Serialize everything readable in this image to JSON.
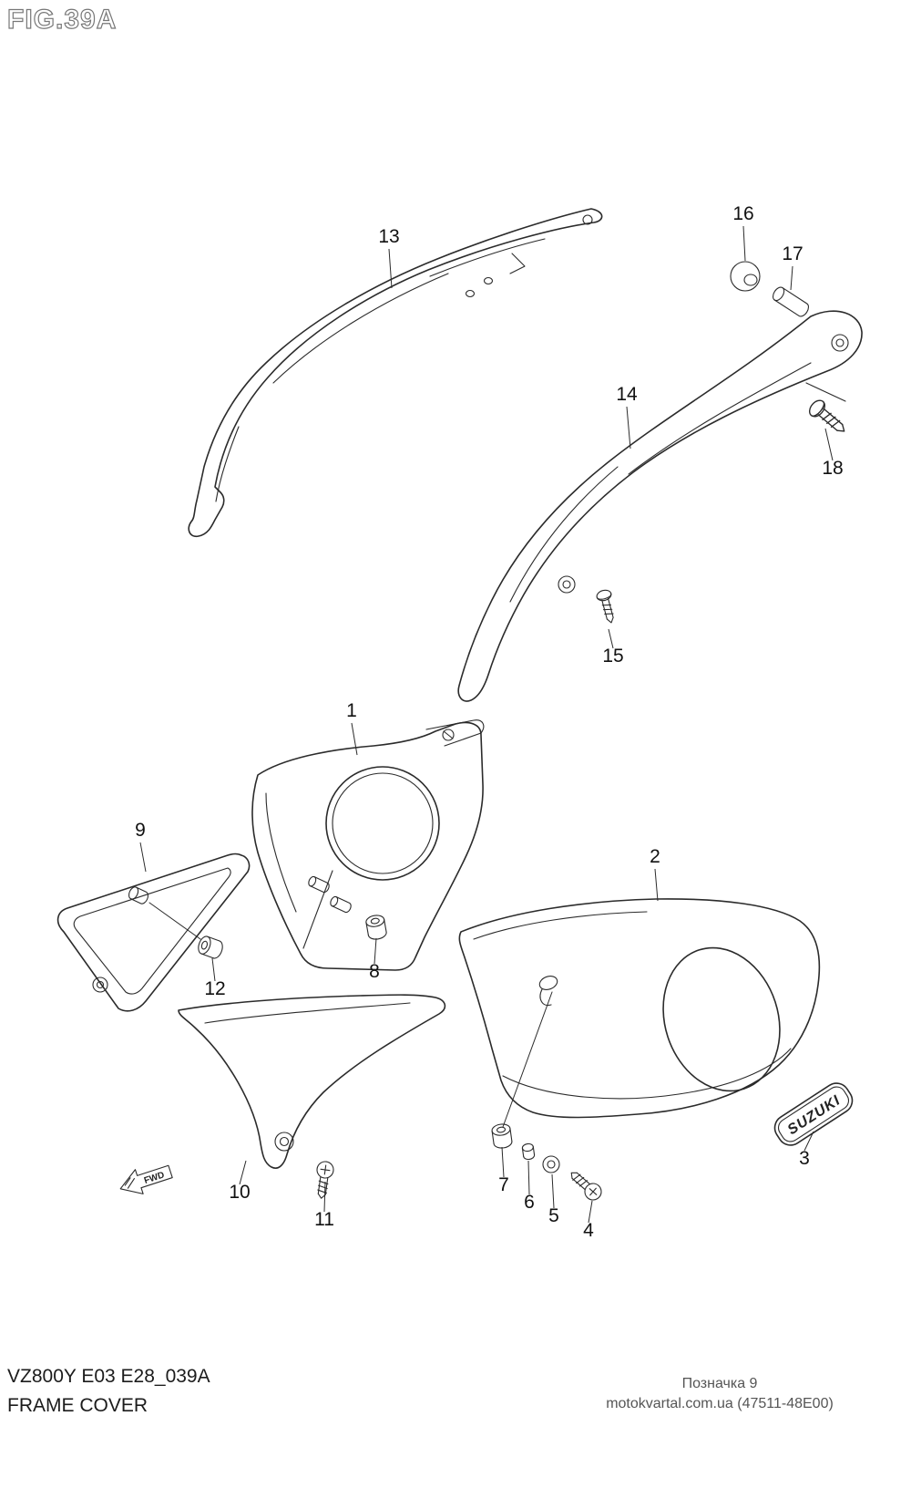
{
  "figure": {
    "title": "FIG.39A",
    "code": "VZ800Y E03 E28_039A",
    "name": "FRAME COVER"
  },
  "watermark": {
    "line1": "Позначка 9",
    "line2": "motokvartal.com.ua (47511-48E00)"
  },
  "diagram": {
    "emblem_text": "SUZUKI",
    "fwd_label": "FWD",
    "part_numbers": [
      "1",
      "2",
      "3",
      "4",
      "5",
      "6",
      "7",
      "8",
      "9",
      "10",
      "11",
      "12",
      "13",
      "14",
      "15",
      "16",
      "17",
      "18"
    ]
  }
}
